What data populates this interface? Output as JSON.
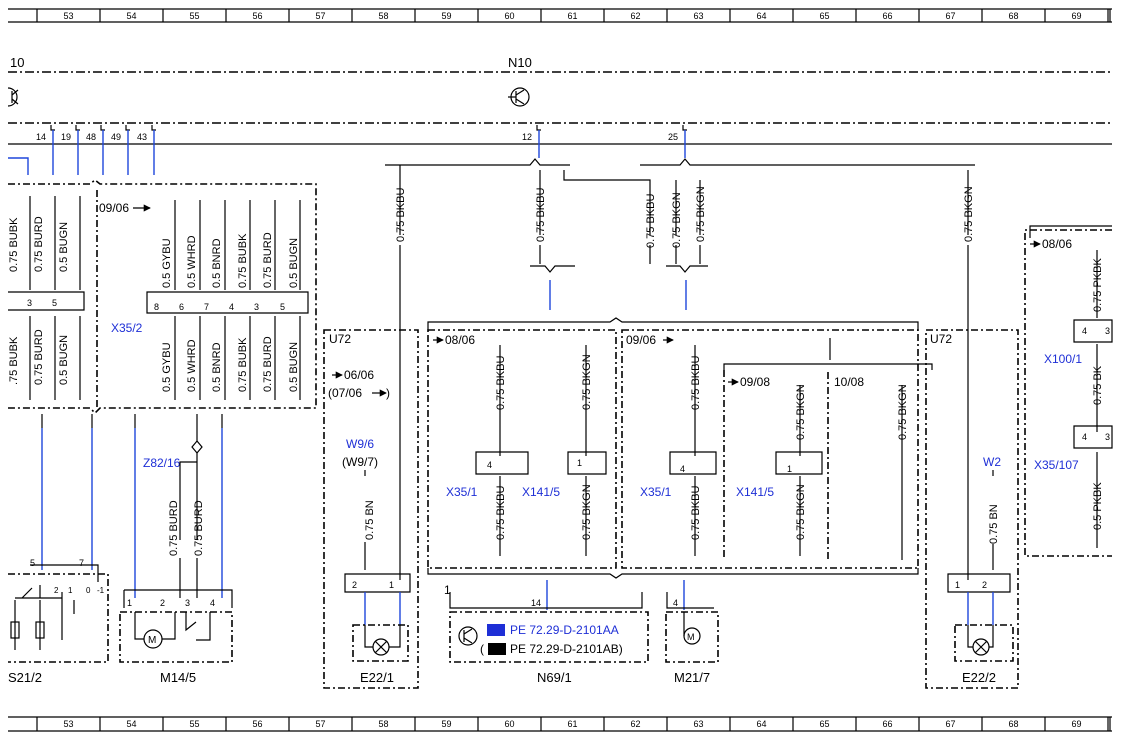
{
  "grid": {
    "columns": [
      "53",
      "54",
      "55",
      "56",
      "57",
      "58",
      "59",
      "60",
      "61",
      "62",
      "63",
      "64",
      "65",
      "66",
      "67",
      "68",
      "69"
    ]
  },
  "modules": {
    "left_partial": "10",
    "n10": "N10",
    "n10_pins": [
      "14",
      "19",
      "48",
      "49",
      "43"
    ],
    "n10_pin12": "12",
    "n10_pin25": "25"
  },
  "dates": {
    "d0906": "09/06",
    "d0806a": "08/06",
    "d0906b": "09/06",
    "d0908": "09/08",
    "d1008": "10/08",
    "d0606": "06/06",
    "d0706": "(07/06",
    "d0806c": "08/06"
  },
  "wires": {
    "left_upper": [
      "0.75 BUBK",
      "0.75 BURD",
      "0.5 BUGN"
    ],
    "left_lower": [
      ".75 BUBK",
      "0.75 BURD",
      "0.5 BUGN"
    ],
    "x352_upper": [
      "0.5 GYBU",
      "0.5 WHRD",
      "0.5 BNRD",
      "0.75 BUBK",
      "0.75 BURD",
      "0.5 BUGN"
    ],
    "x352_lower": [
      "0.5 GYBU",
      "0.5 WHRD",
      "0.5 BNRD",
      "0.75 BUBK",
      "0.75 BURD",
      "0.5 BUGN"
    ],
    "bkbu": "0.75 BKBU",
    "bkgn": "0.75 BKGN",
    "burd": "0.75 BURD",
    "bn": "0.75 BN",
    "pkbk": "0.75 PKBK",
    "bk": "0.75 BK",
    "pkbk2": "0.5 PKBK"
  },
  "pins": {
    "left_conn": [
      "3",
      "5"
    ],
    "x352": [
      "8",
      "6",
      "7",
      "4",
      "3",
      "5"
    ],
    "s212": [
      "5",
      "7"
    ],
    "s212_inner": [
      "2",
      "1",
      "0",
      "-1"
    ],
    "m145": [
      "1",
      "2",
      "3",
      "4"
    ],
    "e221": [
      "2",
      "1"
    ],
    "e222": [
      "1",
      "2"
    ],
    "x351": "4",
    "x1415": "1",
    "n691_bus": "1",
    "n691_pin": "14",
    "m217": "4",
    "x1001": "4",
    "x1001_b": "3",
    "x35107": "4",
    "x35107_b": "3"
  },
  "connectors": {
    "x352": "X35/2",
    "z8216": "Z82/16",
    "x351a": "X35/1",
    "x1415a": "X141/5",
    "x351b": "X35/1",
    "x1415b": "X141/5",
    "w96": "W9/6",
    "w97": "(W9/7)",
    "w2": "W2",
    "x1001": "X100/1",
    "x35107": "X35/107"
  },
  "components": {
    "s212": "S21/2",
    "m145": "M14/5",
    "u72a": "U72",
    "e221": "E22/1",
    "n691": "N69/1",
    "m217": "M21/7",
    "u72b": "U72",
    "e222": "E22/2"
  },
  "references": {
    "ref1": "PE 72.29-D-2101AA",
    "ref2": "(",
    "ref2b": "PE 72.29-D-2101AB)"
  },
  "colors": {
    "wire_blue": "#1e46dc",
    "label_blue": "#1e2fd6",
    "line": "#000000"
  }
}
